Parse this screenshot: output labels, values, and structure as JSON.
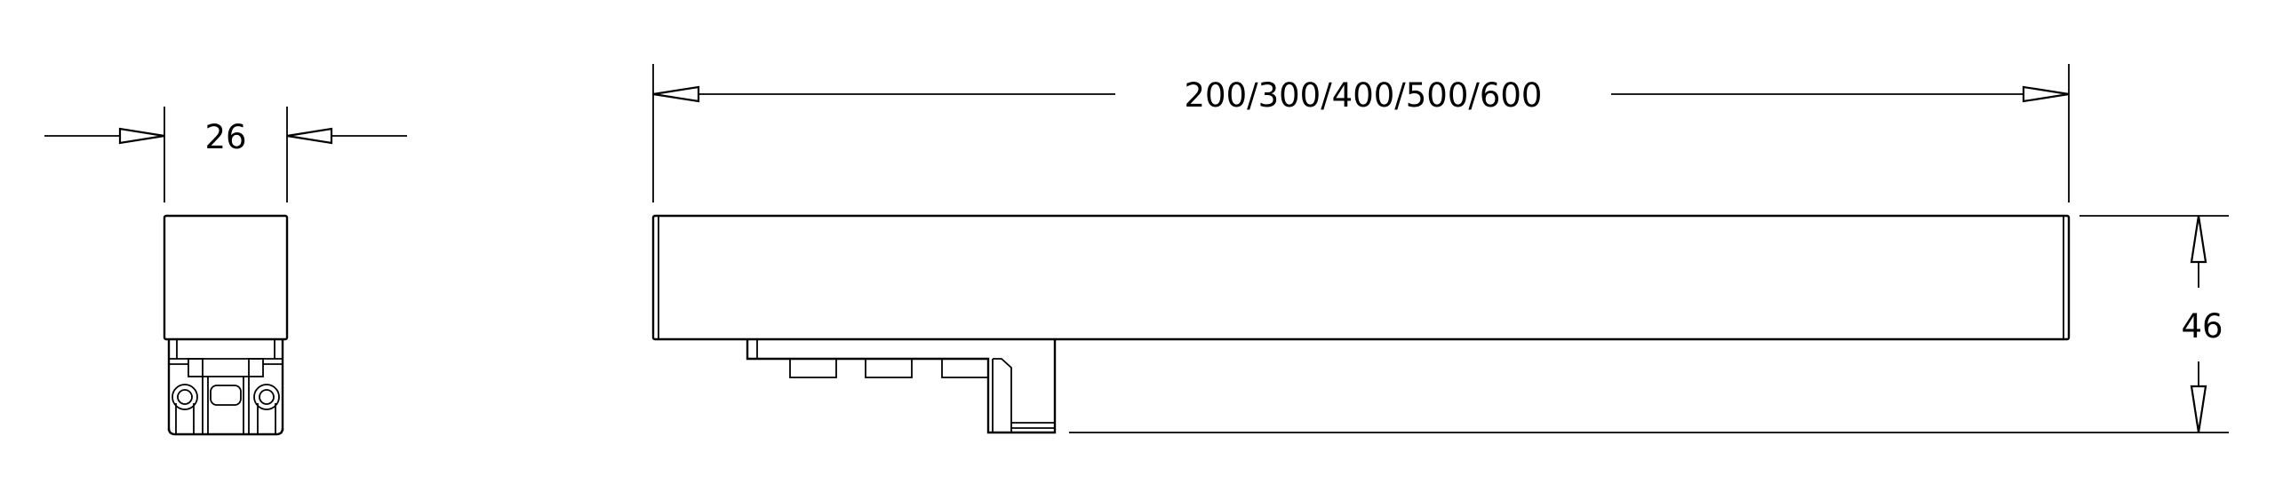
{
  "dimensions": {
    "front_width": "26",
    "length_options": "200/300/400/500/600",
    "height": "46"
  },
  "colors": {
    "line": "#000000",
    "background": "#ffffff"
  }
}
